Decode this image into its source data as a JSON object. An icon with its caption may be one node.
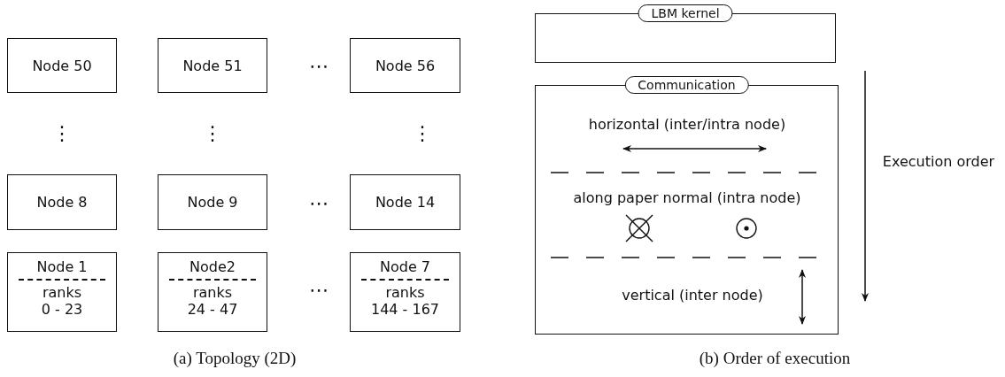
{
  "diagram": {
    "nodes": [
      {
        "text": [
          "Node 50"
        ]
      },
      {
        "text": [
          "Node 51"
        ]
      },
      {
        "text": [
          "Node 56"
        ]
      },
      {
        "text": [
          "Node 8"
        ]
      },
      {
        "text": [
          "Node 9"
        ]
      },
      {
        "text": [
          "Node 14"
        ]
      },
      {
        "text": [
          "Node 1",
          "ranks",
          "0 - 23"
        ]
      },
      {
        "text": [
          "Node2",
          "ranks",
          "24 - 47"
        ]
      },
      {
        "text": [
          "Node 7",
          "ranks",
          "144 - 167"
        ]
      },
      {
        "text": [
          "LBM kernel"
        ]
      },
      {
        "text": [
          "Communication"
        ]
      }
    ],
    "labels": [
      "⋯",
      "⋮",
      "⋮",
      "⋮",
      "⋯",
      "⋯",
      "horizontal (inter/intra node)",
      "along paper normal (intra node)",
      "vertical (inter node)",
      "Execution order",
      "(a) Topology (2D)",
      "(b) Order of execution"
    ]
  }
}
